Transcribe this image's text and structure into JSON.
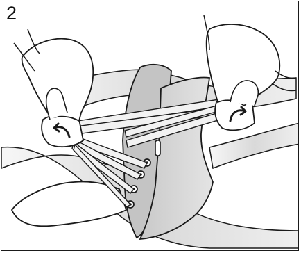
{
  "step_number": "2",
  "illustration": {
    "tab_left_arrow": "curved-arrow-left",
    "tab_right_arrow": "curved-arrow-right"
  },
  "colors": {
    "outline": "#1a1a1a",
    "panel_gray": "#d6d6d6",
    "panel_dark": "#bdbdbd",
    "strap": "#ececec",
    "white": "#ffffff"
  }
}
